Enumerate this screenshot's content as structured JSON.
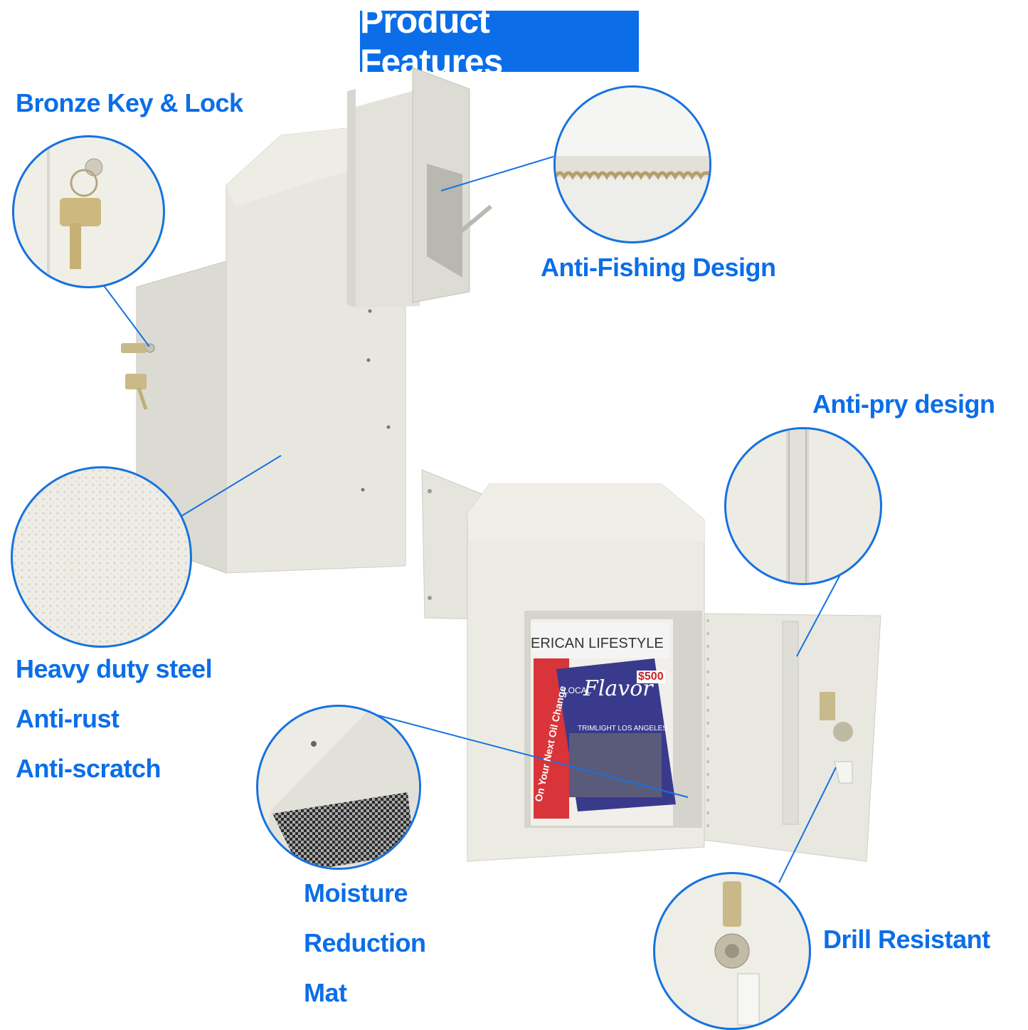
{
  "banner": {
    "title": "Product Features"
  },
  "features": {
    "bronze_key_lock": "Bronze Key & Lock",
    "anti_fishing": "Anti-Fishing Design",
    "anti_pry": "Anti-pry design",
    "heavy_duty": "Heavy duty steel",
    "anti_rust": "Anti-rust",
    "anti_scratch": "Anti-scratch",
    "moisture": "Moisture",
    "reduction": "Reduction",
    "mat": "Mat",
    "drill_resistant": "Drill Resistant"
  },
  "magazines": {
    "cover_top": "ERICAN LIFESTYLE",
    "cover_main": "Flavor",
    "cover_local": "LOCAL",
    "cover_trimlight": "TRIMLIGHT LOS ANGELES",
    "cover_spine": "On Your Next Oil Change",
    "price_badge": "$500"
  },
  "colors": {
    "accent": "#0b6ee8",
    "box": "#e9e8e0",
    "border": "#1672e0"
  }
}
